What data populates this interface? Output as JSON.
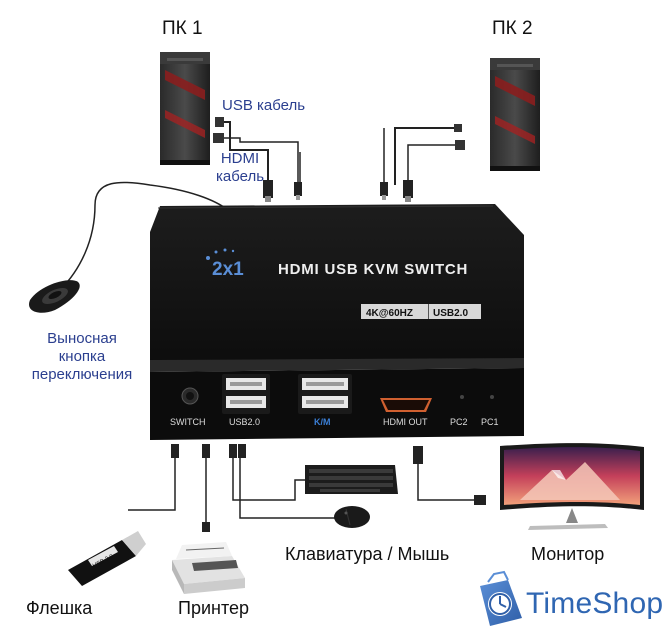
{
  "labels": {
    "pc1": "ПК 1",
    "pc2": "ПК 2",
    "usb_cable": "USB кабель",
    "hdmi_cable_line1": "HDMI",
    "hdmi_cable_line2": "кабель",
    "remote_line1": "Выносная",
    "remote_line2": "кнопка",
    "remote_line3": "переключения",
    "flash": "Флешка",
    "printer": "Принтер",
    "keyboard_mouse": "Клавиатура / Мышь",
    "monitor": "Монитор"
  },
  "device": {
    "logo": "2x1",
    "title": "HDMI USB KVM SWITCH",
    "badge_left": "4K@60HZ",
    "badge_right": "USB2.0",
    "port_switch": "SWITCH",
    "port_usb": "USB2.0",
    "port_km": "K/M",
    "port_hdmi": "HDMI OUT",
    "port_pc2": "PC2",
    "port_pc1": "PC1"
  },
  "flash_drive_text": "USB 2.0",
  "brand": {
    "name": "TimeShop",
    "color": "#2f66b2"
  },
  "colors": {
    "label_blue": "#2b3f8f",
    "device_body": "#141414",
    "accent_red": "#c0282a",
    "km_blue": "#3b7fd6"
  }
}
